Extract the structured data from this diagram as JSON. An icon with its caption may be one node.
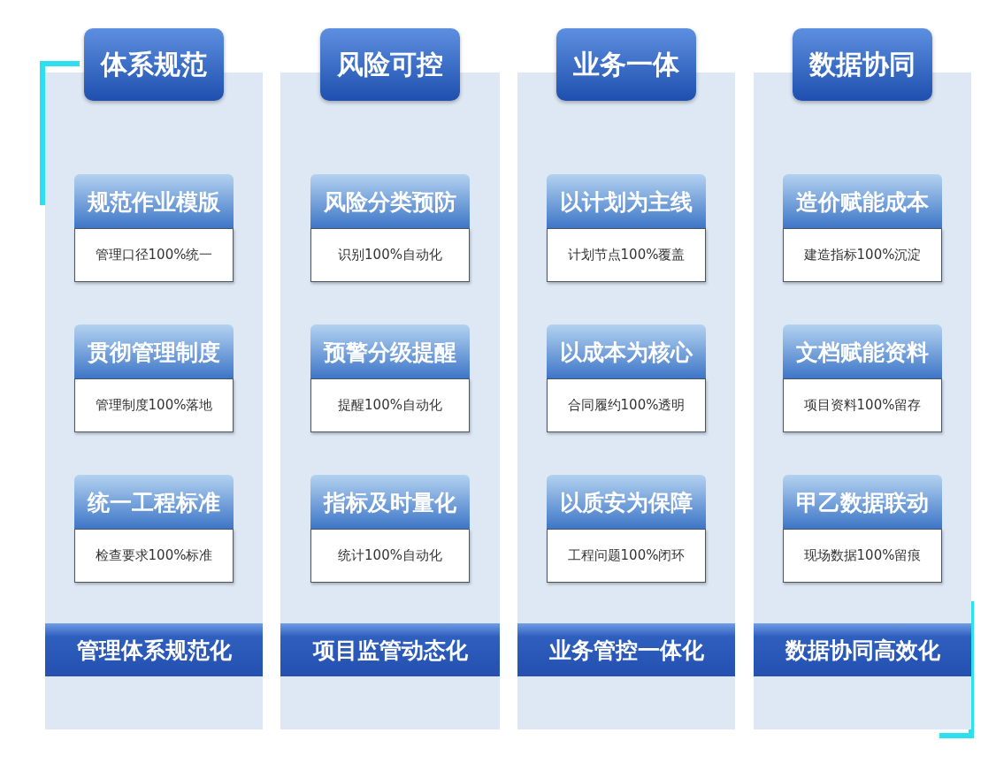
{
  "diagram": {
    "nodes": [
      {
        "text": [
          "体系规范"
        ]
      },
      {
        "text": [],
        "shape": "box"
      },
      {
        "text": [
          "规范作业模版",
          "管理口径100%统一"
        ],
        "in": 1
      },
      {
        "text": [
          "贯彻管理制度",
          "管理制度100%落地"
        ],
        "in": 1
      },
      {
        "text": [
          "统一工程标准",
          "检查要求100%标准"
        ],
        "in": 1
      },
      {
        "text": [
          "管理体系规范化"
        ],
        "in": 1
      },
      {
        "text": [
          "风险可控"
        ]
      },
      {
        "text": [],
        "shape": "box"
      },
      {
        "text": [
          "风险分类预防",
          "识别100%自动化"
        ],
        "in": 7
      },
      {
        "text": [
          "预警分级提醒",
          "提醒100%自动化"
        ],
        "in": 7
      },
      {
        "text": [
          "指标及时量化",
          "统计100%自动化"
        ],
        "in": 7
      },
      {
        "text": [
          "项目监管动态化"
        ],
        "in": 7
      },
      {
        "text": [
          "业务一体"
        ]
      },
      {
        "text": [],
        "shape": "box"
      },
      {
        "text": [
          "以计划为主线",
          "计划节点100%覆盖"
        ],
        "in": 13
      },
      {
        "text": [
          "以成本为核心",
          "合同履约100%透明"
        ],
        "in": 13
      },
      {
        "text": [
          "以质安为保障",
          "工程问题100%闭环"
        ],
        "in": 13
      },
      {
        "text": [
          "业务管控一体化"
        ],
        "in": 13
      },
      {
        "text": [
          "数据协同"
        ]
      },
      {
        "text": [],
        "shape": "box"
      },
      {
        "text": [
          "造价赋能成本",
          "建造指标100%沉淀"
        ],
        "in": 19
      },
      {
        "text": [
          "文档赋能资料",
          "项目资料100%留存"
        ],
        "in": 19
      },
      {
        "text": [
          "甲乙数据联动",
          "现场数据100%留痕"
        ],
        "in": 19
      },
      {
        "text": [
          "数据协同高效化"
        ],
        "in": 19
      }
    ]
  }
}
